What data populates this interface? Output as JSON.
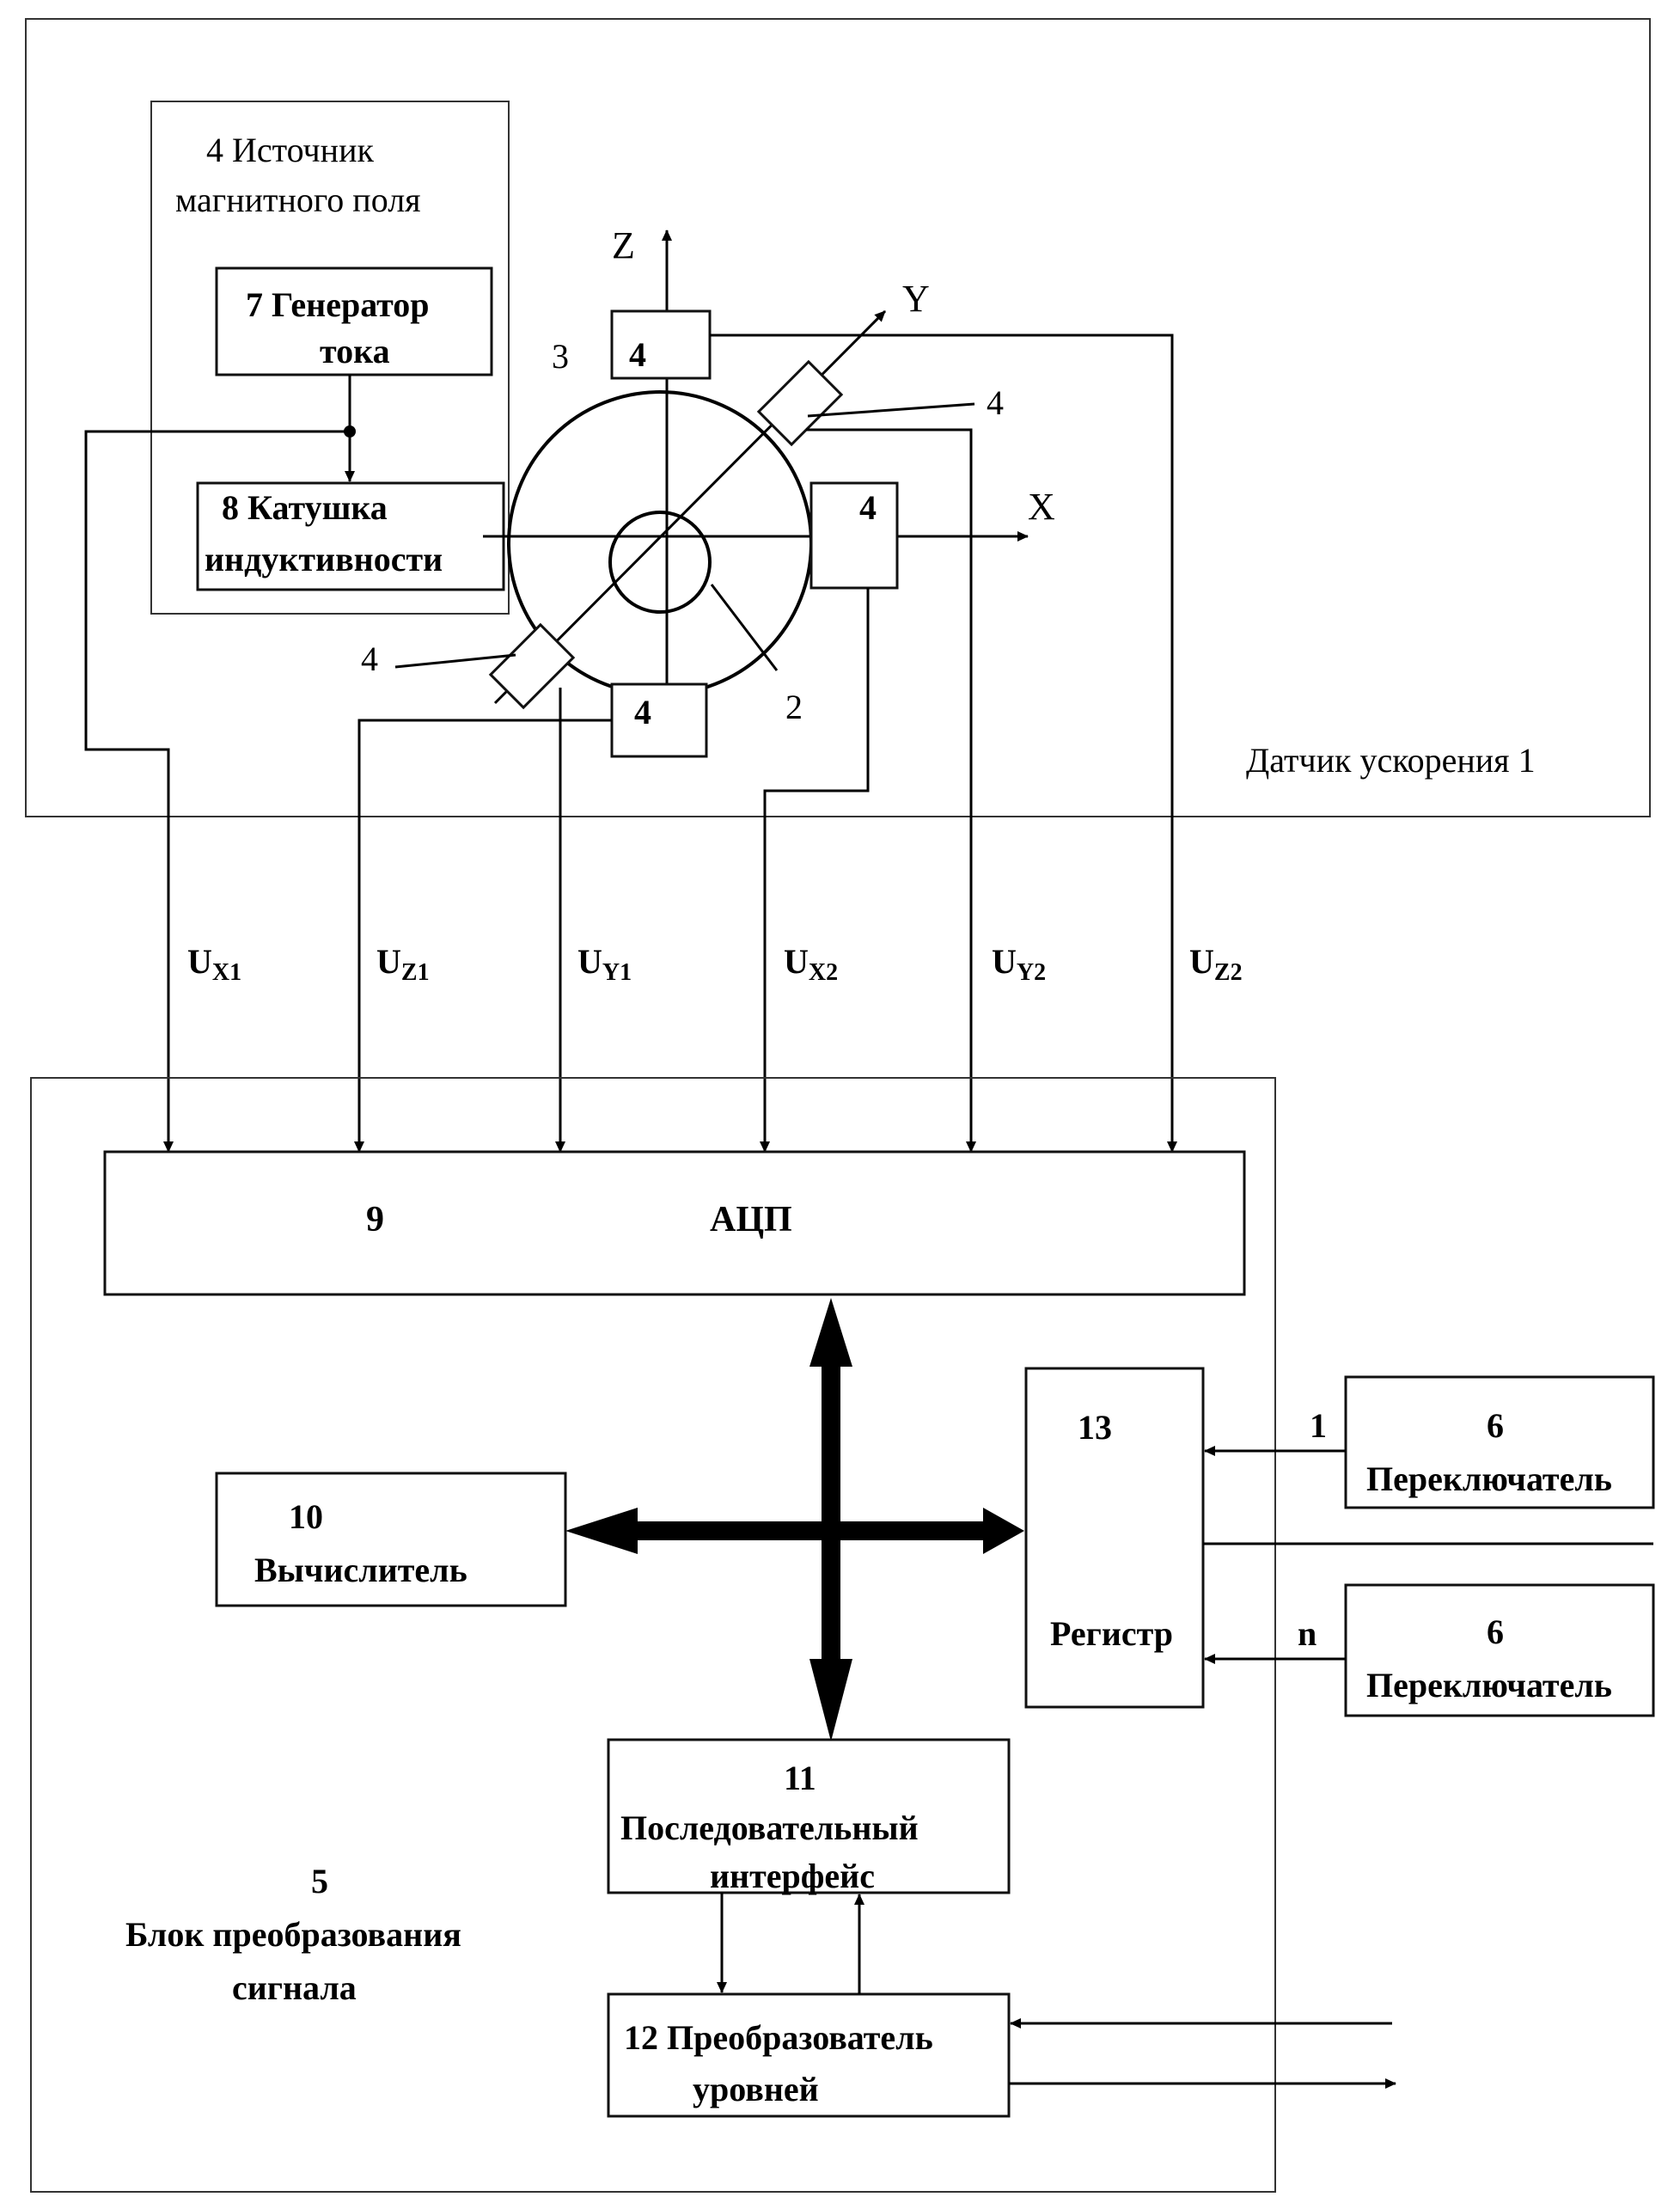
{
  "sensor": {
    "title": "Датчик ускорения 1",
    "source_title": [
      "4   Источник",
      "магнитного поля"
    ],
    "generator": [
      "7  Генератор",
      "тока"
    ],
    "coil": [
      "8  Катушка",
      "индуктивности"
    ],
    "body_label": "3",
    "mass_label": "2",
    "sensor_tag": "4",
    "axes": {
      "x": "X",
      "y": "Y",
      "z": "Z"
    }
  },
  "signals": [
    {
      "main": "U",
      "sub": "X1"
    },
    {
      "main": "U",
      "sub": "Z1"
    },
    {
      "main": "U",
      "sub": "Y1"
    },
    {
      "main": "U",
      "sub": "X2"
    },
    {
      "main": "U",
      "sub": "Y2"
    },
    {
      "main": "U",
      "sub": "Z2"
    }
  ],
  "converter": {
    "block_number": "5",
    "block_title": [
      "Блок преобразования",
      "сигнала"
    ],
    "adc_number": "9",
    "adc_label": "АЦП",
    "computer": [
      "10",
      "Вычислитель"
    ],
    "serial": [
      "11",
      "Последовательный",
      "интерфейс"
    ],
    "level": [
      "12 Преобразователь",
      "уровней"
    ],
    "register_number": "13",
    "register_label": "Регистр"
  },
  "switches": [
    {
      "number": "6",
      "label": "Переключатель",
      "input": "1"
    },
    {
      "number": "6",
      "label": "Переключатель",
      "input": "n"
    }
  ]
}
